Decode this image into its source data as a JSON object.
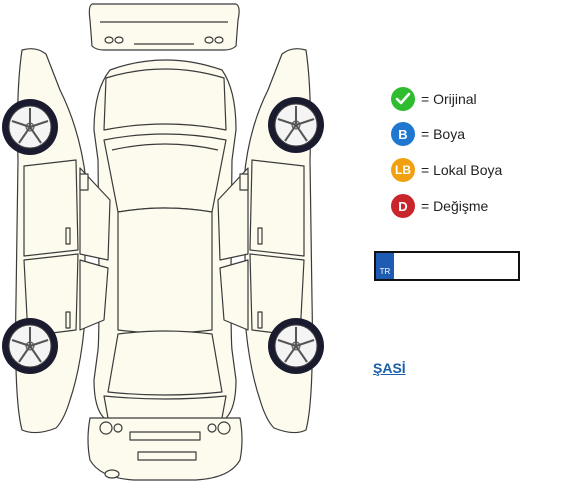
{
  "colors": {
    "original": "#2ebd2e",
    "paint": "#1f77d0",
    "local_paint": "#f0a010",
    "replaced": "#c9262b",
    "car_fill": "#fdfbee",
    "car_stroke": "#3b3b3b",
    "tire": "#1b1b30",
    "plate_band": "#1e5bb3",
    "link": "#1a5fa8"
  },
  "legend": [
    {
      "badge": "",
      "icon": "checkmark-icon",
      "label": "= Orijinal",
      "color_key": "original"
    },
    {
      "badge": "B",
      "icon": "",
      "label": "= Boya",
      "color_key": "paint"
    },
    {
      "badge": "LB",
      "icon": "",
      "label": "= Lokal Boya",
      "color_key": "local_paint"
    },
    {
      "badge": "D",
      "icon": "",
      "label": "= Değişme",
      "color_key": "replaced"
    }
  ],
  "plate": {
    "country": "TR",
    "value": ""
  },
  "chassis_link": "ŞASİ"
}
